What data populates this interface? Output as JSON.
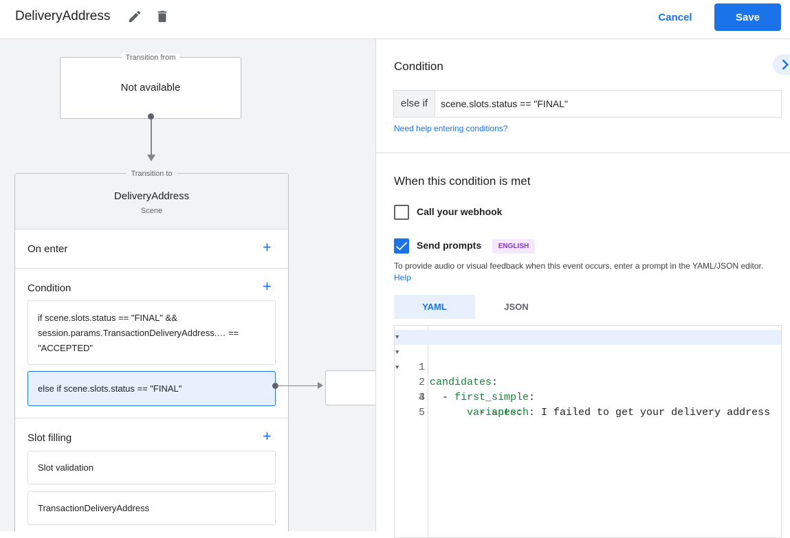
{
  "header": {
    "title": "DeliveryAddress",
    "cancel_label": "Cancel",
    "save_label": "Save",
    "accent": "#1a73e8"
  },
  "canvas": {
    "from_node": {
      "caption": "Transition from",
      "text": "Not available"
    },
    "scene_node": {
      "caption": "Transition to",
      "name": "DeliveryAddress",
      "type": "Scene",
      "on_enter_label": "On enter",
      "condition_label": "Condition",
      "conditions": [
        "if scene.slots.status == \"FINAL\" && session.params.TransactionDeliveryAddress.… == \"ACCEPTED\"",
        "else if scene.slots.status == \"FINAL\""
      ],
      "slot_filling_label": "Slot filling",
      "slots": [
        "Slot validation",
        "TransactionDeliveryAddress"
      ]
    }
  },
  "panel": {
    "condition_heading": "Condition",
    "condition_prefix": "else if",
    "condition_value": "scene.slots.status == \"FINAL\"",
    "help_link": "Need help entering conditions?",
    "met_heading": "When this condition is met",
    "webhook_label": "Call your webhook",
    "webhook_checked": false,
    "prompts_label": "Send prompts",
    "prompts_checked": true,
    "language_badge": "ENGLISH",
    "description": "To provide audio or visual feedback when this event occurs, enter a prompt in the YAML/JSON editor.",
    "description_link": "Help",
    "tabs": [
      "YAML",
      "JSON"
    ],
    "active_tab": "YAML",
    "code_lines": [
      {
        "num": "1",
        "indent": "",
        "key": "candidates",
        "rest": ":"
      },
      {
        "num": "2",
        "indent": "  - ",
        "key": "first_simple",
        "rest": ":"
      },
      {
        "num": "3",
        "indent": "      ",
        "key": "variants",
        "rest": ":"
      },
      {
        "num": "4",
        "indent": "        - ",
        "key": "speech",
        "rest": ": I failed to get your delivery address"
      },
      {
        "num": "5",
        "indent": "",
        "key": "",
        "rest": ""
      }
    ]
  }
}
